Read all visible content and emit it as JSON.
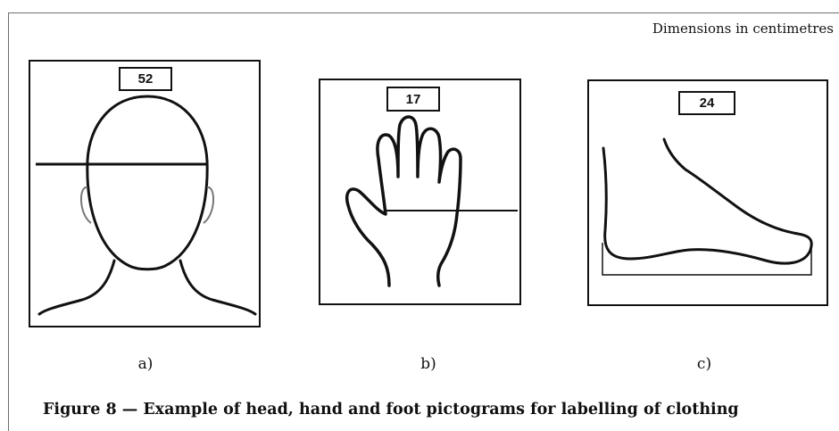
{
  "note": "Dimensions in centimetres",
  "pictograms": {
    "head": {
      "value": "52",
      "label": "a)",
      "icon": "head-icon"
    },
    "hand": {
      "value": "17",
      "label": "b)",
      "icon": "hand-icon"
    },
    "foot": {
      "value": "24",
      "label": "c)",
      "icon": "foot-icon"
    }
  },
  "caption": "Figure 8 — Example of head, hand and foot pictograms for labelling of clothing"
}
